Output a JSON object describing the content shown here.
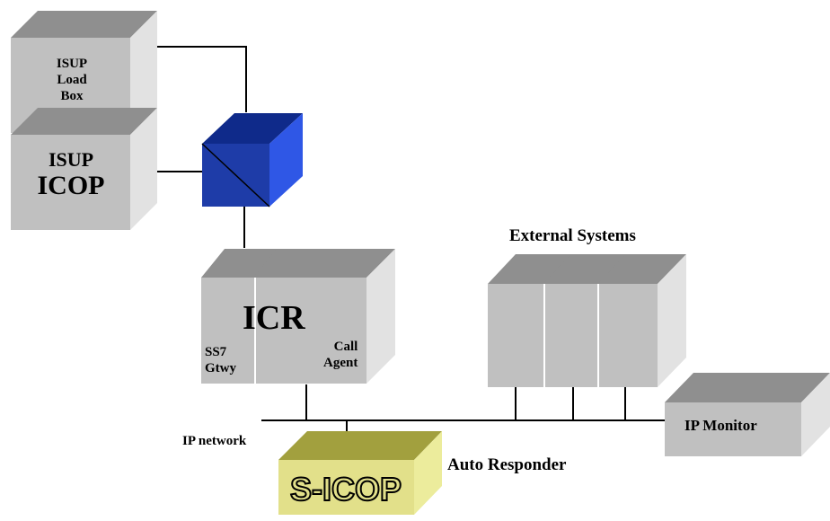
{
  "colors": {
    "grey_front": "#c0c0c0",
    "grey_top": "#8f8f8f",
    "grey_side": "#e2e2e2",
    "blue_front": "#1e3ca8",
    "blue_top": "#0f2a8a",
    "blue_side": "#2f57e6",
    "yellow_front": "#e2e08a",
    "yellow_top": "#a2a03e",
    "yellow_side": "#ecec9c",
    "line": "#000000"
  },
  "labels": {
    "isup_load_box": [
      "ISUP",
      "Load",
      "Box"
    ],
    "isup_icop": [
      "ISUP",
      "ICOP"
    ],
    "icr": "ICR",
    "ss7_gtwy": [
      "SS7",
      "Gtwy"
    ],
    "call_agent": [
      "Call",
      "Agent"
    ],
    "external_systems": "External Systems",
    "ip_monitor": "IP Monitor",
    "ip_network": "IP network",
    "s_icop": "S-ICOP",
    "auto_responder": "Auto Responder"
  }
}
